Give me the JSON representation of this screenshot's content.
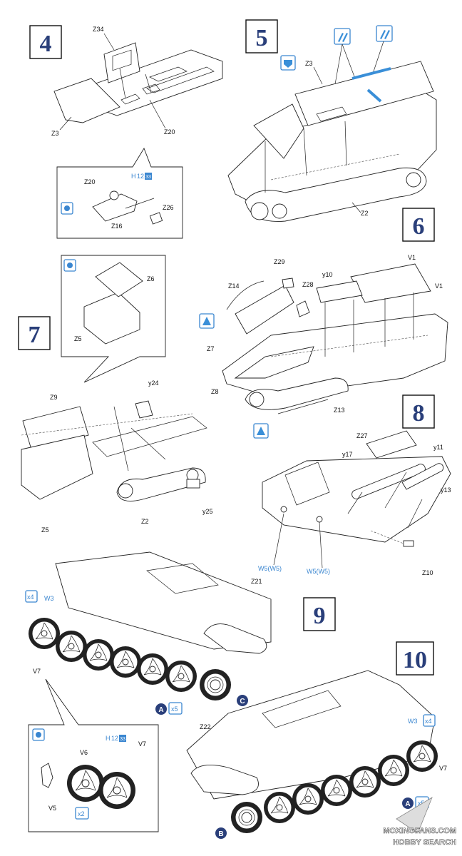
{
  "steps": {
    "s4": "4",
    "s5": "5",
    "s6": "6",
    "s7": "7",
    "s8": "8",
    "s9": "9",
    "s10": "10"
  },
  "labels": {
    "z34": "Z34",
    "z3a": "Z3",
    "z20a": "Z20",
    "z20b": "Z20",
    "h12a": "H",
    "h12a_n": "12",
    "h12a_b": "33",
    "z26": "Z26",
    "z16": "Z16",
    "z3b": "Z3",
    "z2a": "Z2",
    "z6": "Z6",
    "z5a": "Z5",
    "z29": "Z29",
    "y10": "y10",
    "v1a": "V1",
    "v1b": "V1",
    "z14": "Z14",
    "z28": "Z28",
    "z7": "Z7",
    "z8": "Z8",
    "z13": "Z13",
    "z9": "Z9",
    "y24": "y24",
    "z5b": "Z5",
    "z2b": "Z2",
    "y25": "y25",
    "z27": "Z27",
    "y17": "y17",
    "y11": "y11",
    "y13": "y13",
    "w5a": "W5(W5)",
    "w5b": "W5(W5)",
    "z10": "Z10",
    "x4a": "x4",
    "w3a": "W3",
    "v7a": "V7",
    "z21": "Z21",
    "a1": "A",
    "x5a": "x5",
    "c1": "C",
    "v6": "V6",
    "v7b": "V7",
    "v5": "V5",
    "h12b": "H",
    "h12b_n": "12",
    "h12b_b": "33",
    "x2": "x2",
    "z22": "Z22",
    "w3b": "W3",
    "x4b": "x4",
    "v7c": "V7",
    "a2": "A",
    "x5b": "x5",
    "b1": "B"
  },
  "watermark": {
    "line1": "MOXINGFANS.COM",
    "line2": "HOBBY SEARCH"
  },
  "colors": {
    "step_number": "#2a3f7a",
    "accent_blue": "#3a8fd8"
  }
}
